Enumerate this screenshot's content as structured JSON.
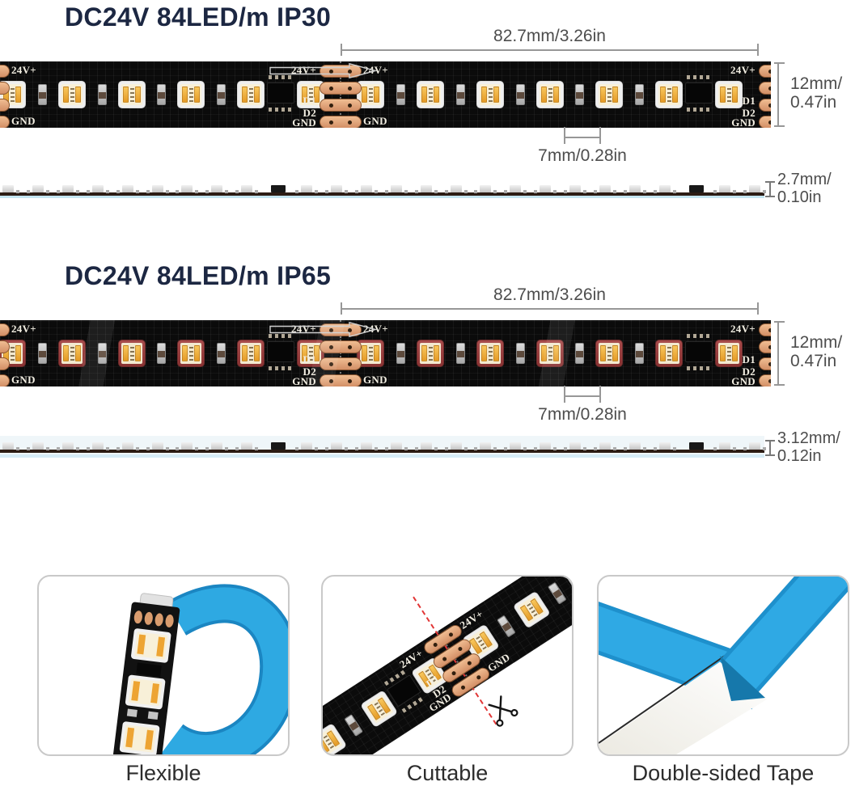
{
  "sections": [
    {
      "heading": "DC24V 84LED/m IP30",
      "length_label": "82.7mm/3.26in",
      "width_label": [
        "12mm/",
        "0.47in"
      ],
      "pitch_label": "7mm/0.28in",
      "thickness_label": [
        "2.7mm/",
        "0.10in"
      ]
    },
    {
      "heading": "DC24V 84LED/m IP65",
      "length_label": "82.7mm/3.26in",
      "width_label": [
        "12mm/",
        "0.47in"
      ],
      "pitch_label": "7mm/0.28in",
      "thickness_label": [
        "3.12mm/",
        "0.12in"
      ]
    }
  ],
  "strip": {
    "pad_labels_left": [
      "24V+",
      "D1",
      "D2",
      "GND"
    ],
    "pad_labels_right": [
      "24V+",
      "GND"
    ]
  },
  "features": [
    {
      "label": "Flexible"
    },
    {
      "label": "Cuttable"
    },
    {
      "label": "Double-sided Tape"
    }
  ],
  "colors": {
    "heading_navy": "#1c2742",
    "dim_text_gray": "#4d4d4d",
    "dim_line_gray": "#979797",
    "pcb_black": "#0b0b0b",
    "copper_pad": "#e0a478",
    "led_amber": "#eda433",
    "led65_maroon": "#9a4040",
    "tape_blue": "#2aa4e0",
    "cut_line_red": "#e23636"
  }
}
